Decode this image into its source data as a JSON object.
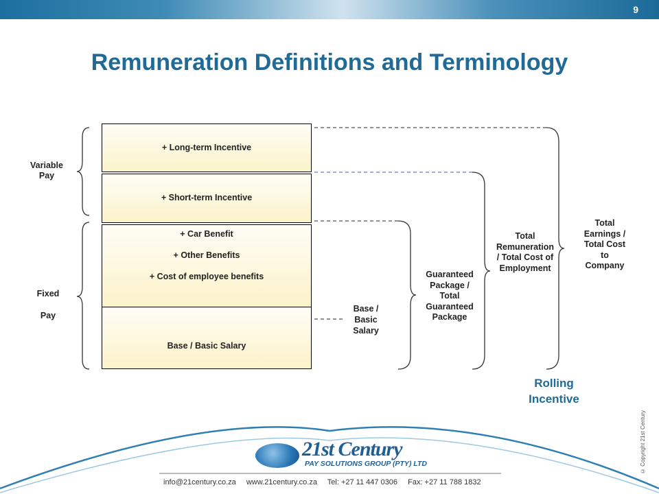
{
  "slide": {
    "page_number": "9",
    "title": "Remuneration Definitions and Terminology"
  },
  "stack": {
    "long_term": "+ Long-term Incentive",
    "short_term": "+ Short-term Incentive",
    "car": "+ Car Benefit",
    "other": "+ Other Benefits",
    "cost": "+ Cost of employee benefits",
    "base": "Base / Basic Salary"
  },
  "left_labels": {
    "variable_line1": "Variable",
    "variable_line2": "Pay",
    "fixed_line1": "Fixed",
    "fixed_line2": "Pay"
  },
  "right_labels": {
    "base_line1": "Base /",
    "base_line2": "Basic",
    "base_line3": "Salary",
    "guaranteed_line1": "Guaranteed",
    "guaranteed_line2": "Package /",
    "guaranteed_line3": "Total",
    "guaranteed_line4": "Guaranteed",
    "guaranteed_line5": "Package",
    "remun_line1": "Total",
    "remun_line2": "Remuneration",
    "remun_line3": "/ Total Cost of",
    "remun_line4": "Employment",
    "earnings_line1": "Total",
    "earnings_line2": "Earnings /",
    "earnings_line3": "Total Cost",
    "earnings_line4": "to",
    "earnings_line5": "Company"
  },
  "rolling": {
    "line1": "Rolling",
    "line2": "Incentive"
  },
  "branding": {
    "brand": "21st Century",
    "sub": "PAY SOLUTIONS GROUP (PTY) LTD",
    "copyright": "© Copyright 21st Century",
    "email": "info@21century.co.za",
    "web": "www.21century.co.za",
    "tel": "Tel: +27 11 447 0306",
    "fax": "Fax: +27 11 788 1832"
  },
  "colors": {
    "accent": "#1f6a96",
    "box_fill": "#fbf3c9",
    "dash_dark": "#222222",
    "dash_blue": "#3a5fb0"
  }
}
